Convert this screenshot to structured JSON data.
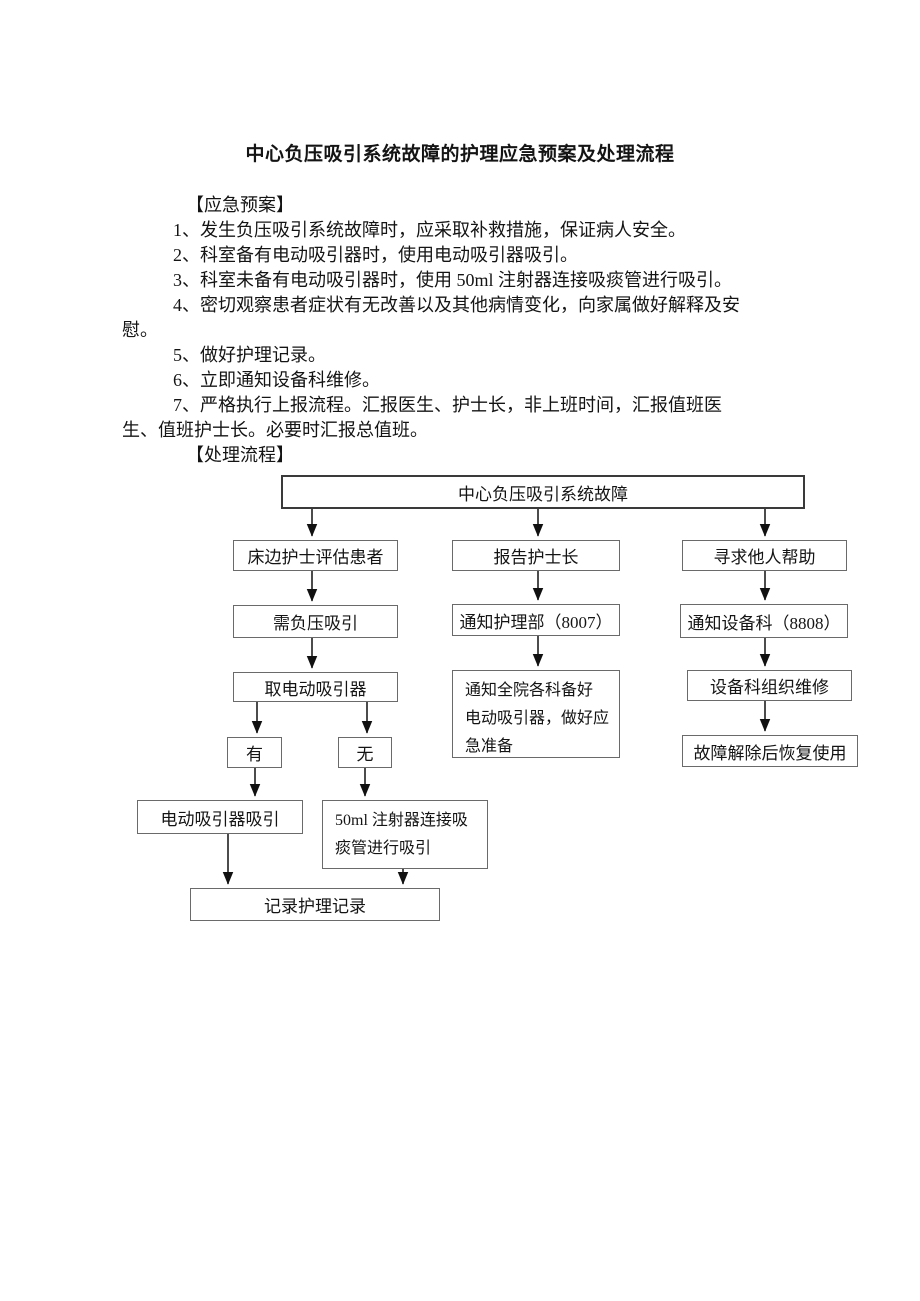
{
  "doc": {
    "title": "中心负压吸引系统故障的护理应急预案及处理流程",
    "plan_heading": "【应急预案】",
    "plan_items": [
      [
        "1、发生负压吸引系统故障时，应采取补救措施，保证病人安全。"
      ],
      [
        "2、科室备有电动吸引器时，使用电动吸引器吸引。"
      ],
      [
        "3、科室未备有电动吸引器时，使用 50ml 注射器连接吸痰管进行吸引。"
      ],
      [
        "4、密切观察患者症状有无改善以及其他病情变化，向家属做好解释及安",
        "慰。"
      ],
      [
        "5、做好护理记录。"
      ],
      [
        "6、立即通知设备科维修。"
      ],
      [
        "7、严格执行上报流程。汇报医生、护士长，非上班时间，汇报值班医",
        "生、值班护士长。必要时汇报总值班。"
      ]
    ],
    "flow_heading": "【处理流程】"
  },
  "flowchart": {
    "nodes": {
      "root": "中心负压吸引系统故障",
      "assess": "床边护士评估患者",
      "report": "报告护士长",
      "seek": "寻求他人帮助",
      "need_suction": "需负压吸引",
      "notify_nursing": "通知护理部（8007）",
      "notify_equipment": "通知设备科（8808）",
      "get_device": "取电动吸引器",
      "notify_all_lines": [
        "通知全院各科备好",
        "电动吸引器，做好应",
        "急准备"
      ],
      "repair": "设备科组织维修",
      "yes": "有",
      "no": "无",
      "resume": "故障解除后恢复使用",
      "electric_suction": "电动吸引器吸引",
      "syringe_lines": [
        "50ml 注射器连接吸",
        "痰管进行吸引"
      ],
      "record": "记录护理记录"
    }
  }
}
